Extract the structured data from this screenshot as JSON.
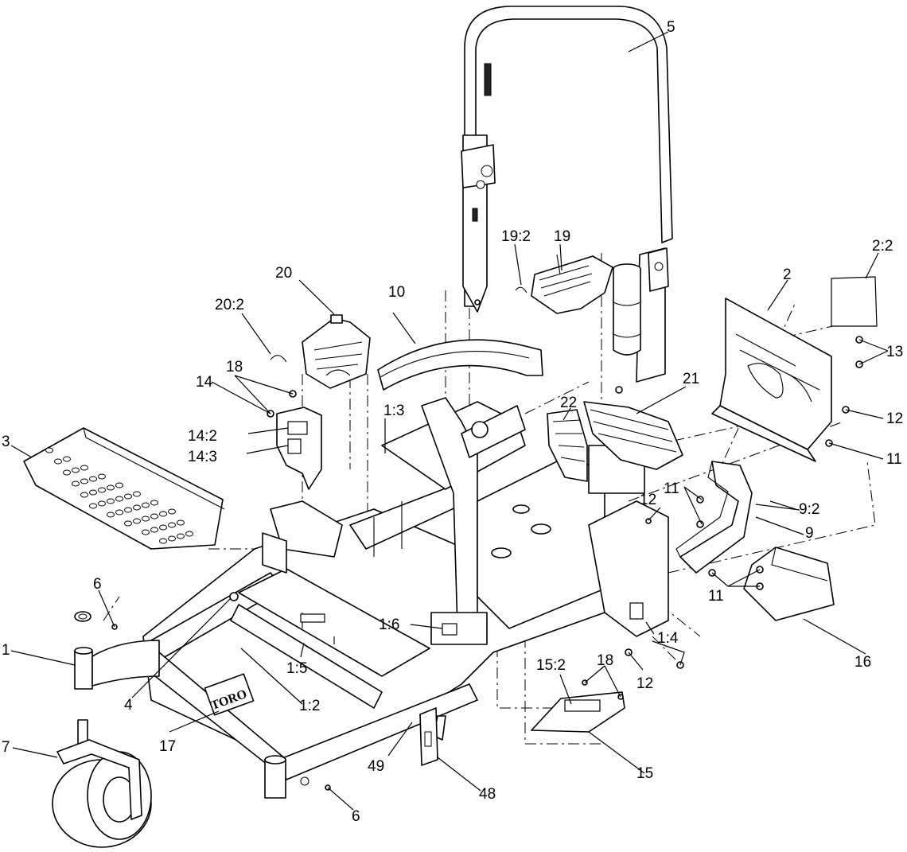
{
  "callouts": {
    "c1": "1",
    "c1_2": "1:2",
    "c1_3": "1:3",
    "c1_4": "1:4",
    "c1_5": "1:5",
    "c1_6": "1:6",
    "c2": "2",
    "c2_2": "2:2",
    "c3": "3",
    "c4": "4",
    "c5": "5",
    "c6a": "6",
    "c6b": "6",
    "c7": "7",
    "c9": "9",
    "c9_2": "9:2",
    "c10": "10",
    "c11a": "11",
    "c11b": "11",
    "c11c": "11",
    "c12a": "12",
    "c12b": "12",
    "c12c": "12",
    "c13": "13",
    "c14": "14",
    "c14_2": "14:2",
    "c14_3": "14:3",
    "c15": "15",
    "c15_2": "15:2",
    "c16": "16",
    "c17": "17",
    "c18a": "18",
    "c18b": "18",
    "c19": "19",
    "c19_2": "19:2",
    "c20": "20",
    "c20_2": "20:2",
    "c21": "21",
    "c22": "22",
    "c48": "48",
    "c49": "49"
  },
  "logo_text": "TORO"
}
